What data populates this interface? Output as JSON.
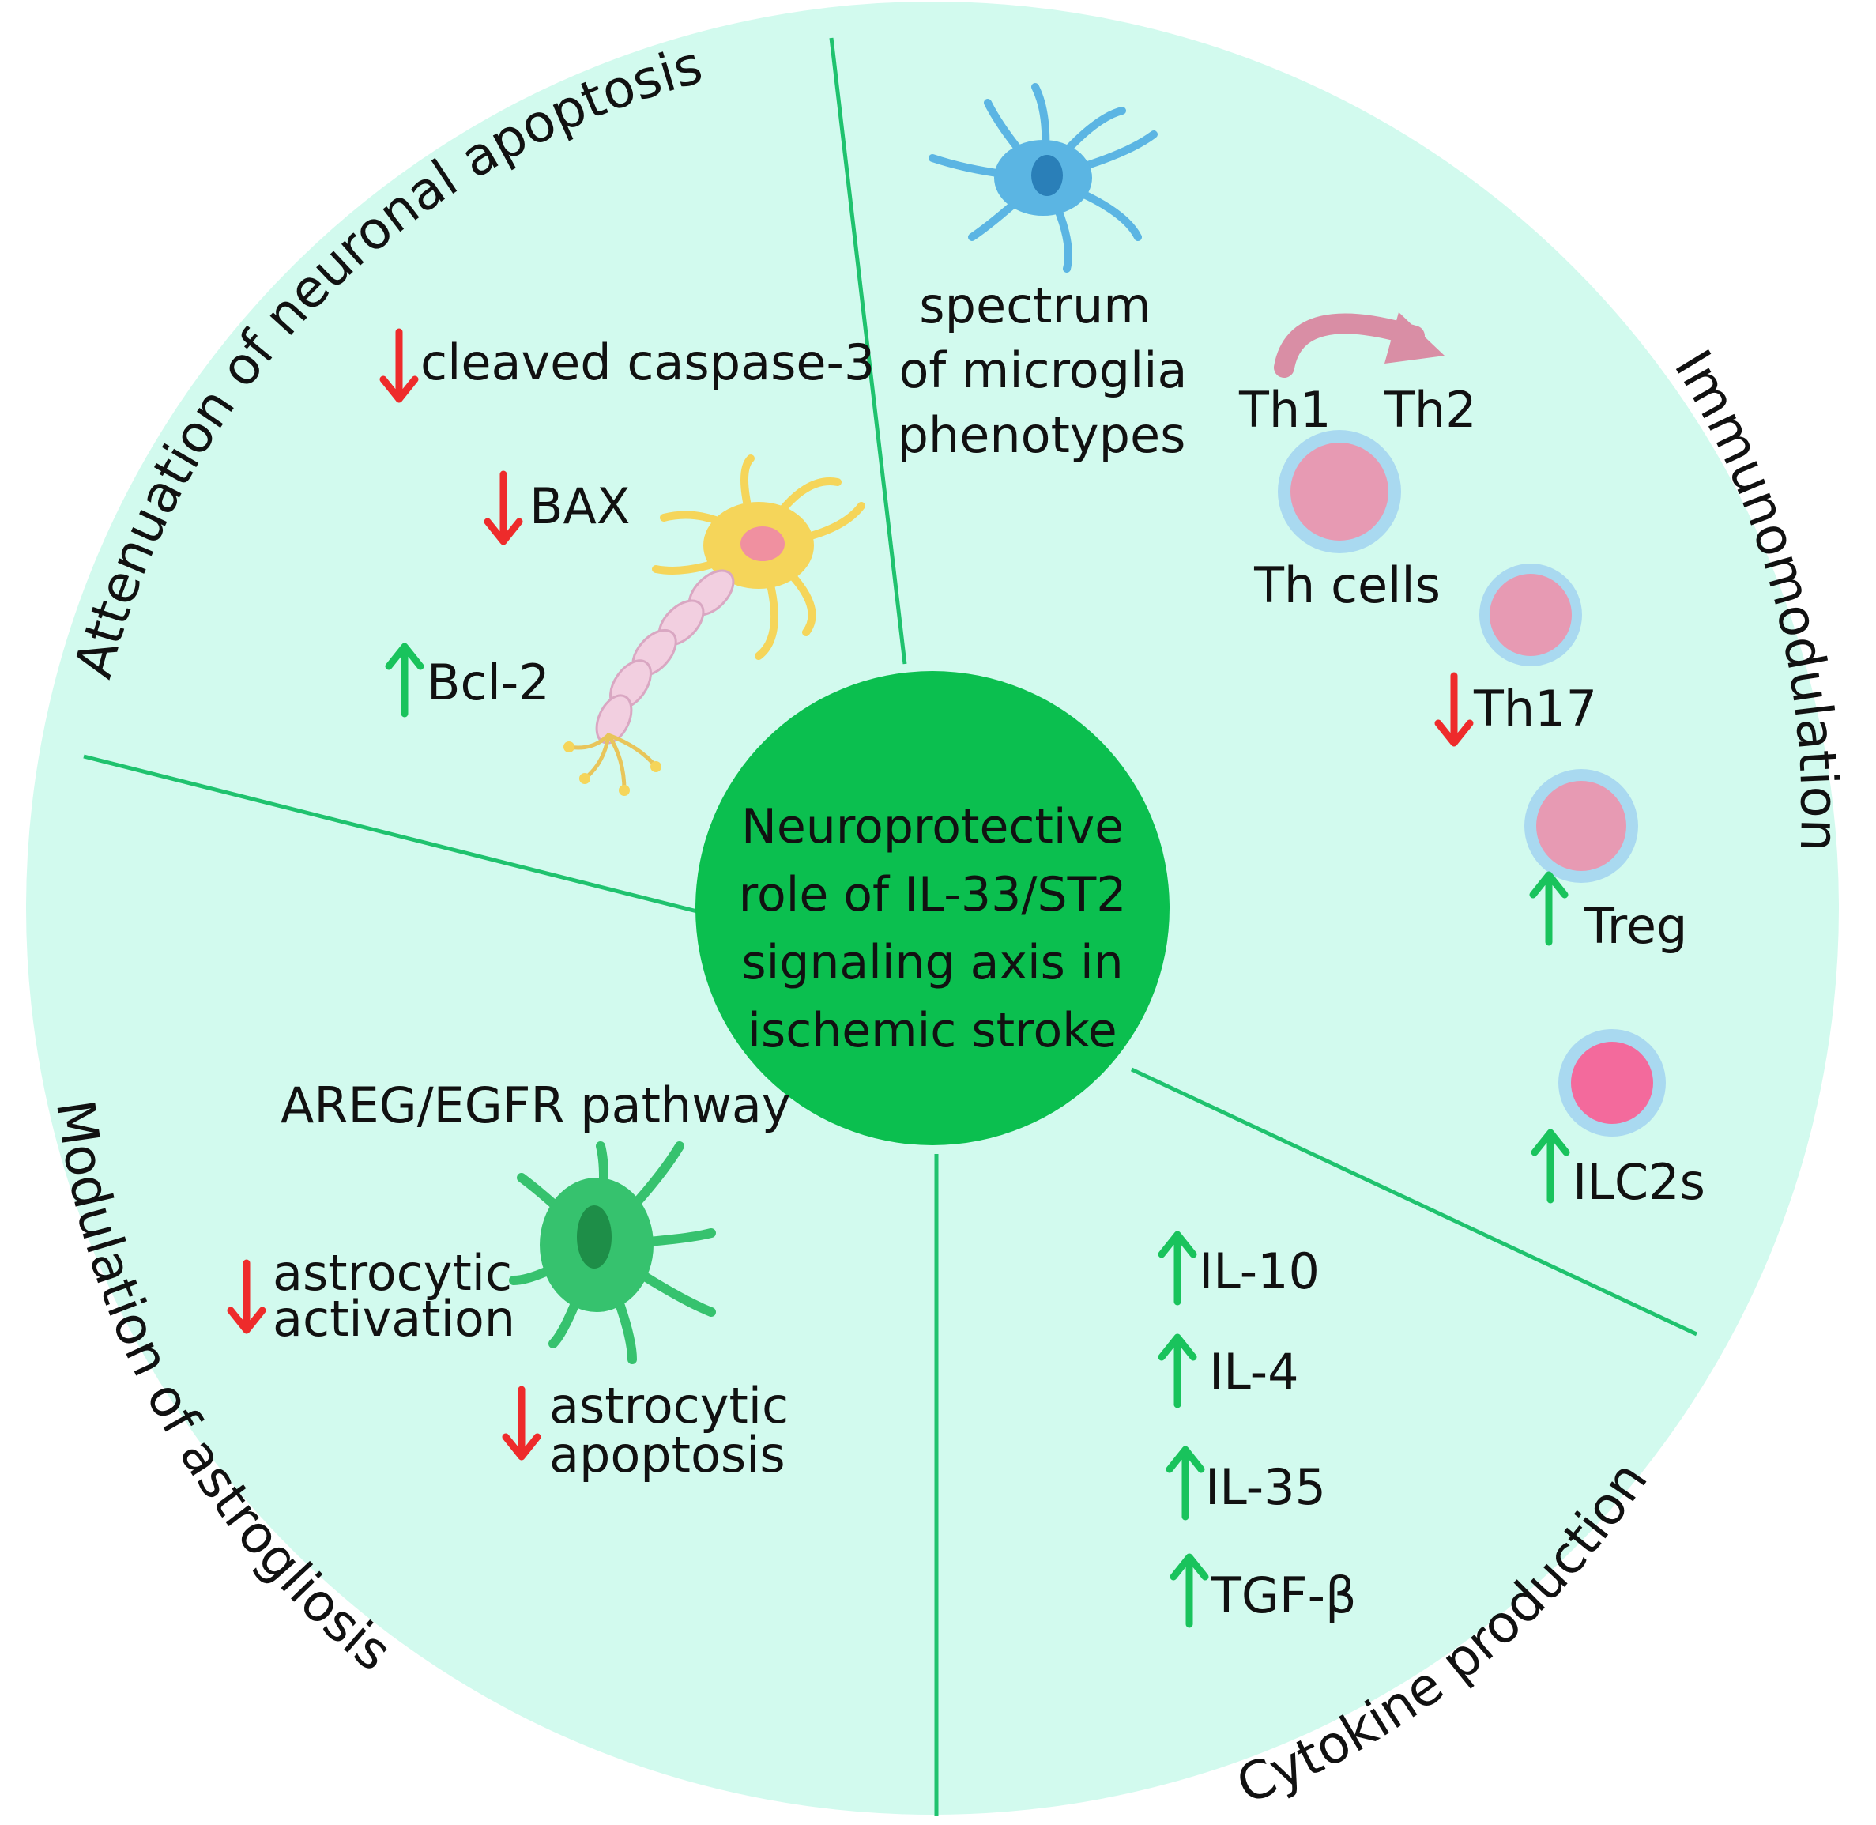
{
  "title": {
    "lines": [
      "Neuroprotective",
      "role of IL-33/ST2",
      "signaling axis in",
      "ischemic stroke"
    ]
  },
  "sections": {
    "apoptosis": {
      "title": "Attenuation of neuronal apoptosis",
      "items": [
        {
          "label": "cleaved caspase-3",
          "direction": "down"
        },
        {
          "label": "BAX",
          "direction": "down"
        },
        {
          "label": "Bcl-2",
          "direction": "up"
        }
      ]
    },
    "immuno": {
      "title": "Immunomodulation",
      "microglia_lines": [
        "spectrum",
        "of microglia",
        "phenotypes"
      ],
      "th1": "Th1",
      "th2": "Th2",
      "th_cells": "Th cells",
      "items": [
        {
          "label": "Th17",
          "direction": "down"
        },
        {
          "label": "Treg",
          "direction": "up"
        },
        {
          "label": "ILC2s",
          "direction": "up"
        }
      ]
    },
    "cytokine": {
      "title": "Cytokine production",
      "items": [
        {
          "label": "IL-10",
          "direction": "up"
        },
        {
          "label": "IL-4",
          "direction": "up"
        },
        {
          "label": "IL-35",
          "direction": "up"
        },
        {
          "label": "TGF-β",
          "direction": "up"
        }
      ]
    },
    "astro": {
      "title": "Modulation of astrogliosis",
      "pathway": "AREG/EGFR pathway",
      "item1_lines": [
        "astrocytic",
        "activation"
      ],
      "item1_direction": "down",
      "item2_lines": [
        "astrocytic",
        "apoptosis"
      ],
      "item2_direction": "down"
    }
  },
  "colors": {
    "panel_fill": "#d2faee",
    "divider": "#1fc26e",
    "center_fill": "#0bbf4f",
    "arrow_up": "#19c35c",
    "arrow_down": "#ee2b2b",
    "switch_arrow": "#d98ea5",
    "cell_fill": "#e79ab3",
    "cell_rim": "#a9d9f0",
    "ilc2_fill": "#f36a9c",
    "neuron": "#f5d55a",
    "microglia": "#5bb5e3",
    "astrocyte": "#36c26e"
  },
  "icons": [
    "neuron-icon",
    "microglia-icon",
    "astrocyte-icon",
    "th-cell-icon",
    "th17-cell-icon",
    "treg-cell-icon",
    "ilc2-cell-icon"
  ]
}
